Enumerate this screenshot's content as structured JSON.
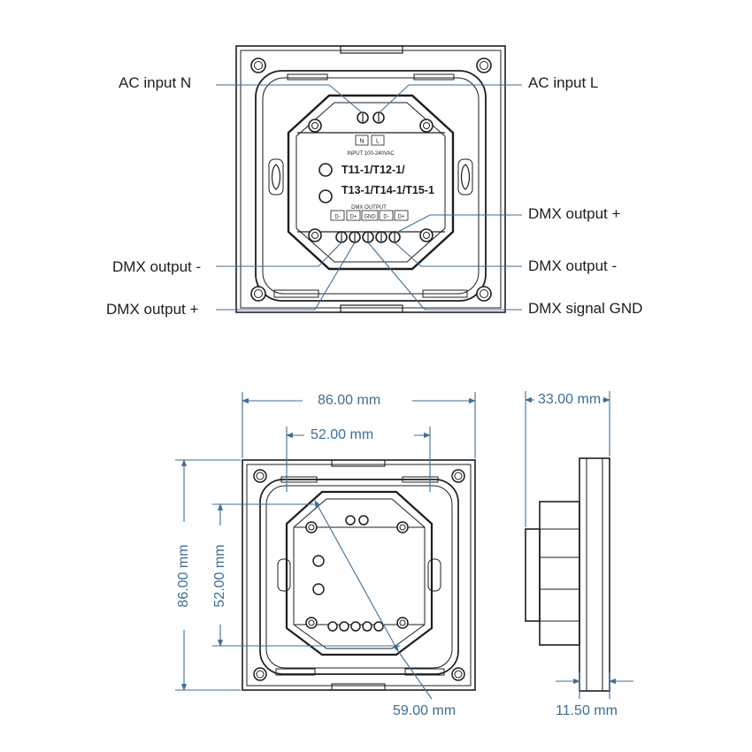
{
  "front_view": {
    "model_label_line1": "T11-1/T12-1/",
    "model_label_line2": "T13-1/T14-1/T15-1",
    "input_terminal_labels": [
      "N",
      "L"
    ],
    "input_rating": "INPUT 100-240VAC",
    "dmx_header": "DMX OUTPUT",
    "dmx_terminal_labels": [
      "D-",
      "D+",
      "GND",
      "D-",
      "D+"
    ]
  },
  "callouts": {
    "ac_input_n": "AC input N",
    "ac_input_l": "AC input  L",
    "dmx_output_plus_right": "DMX output +",
    "dmx_output_minus_left": "DMX output -",
    "dmx_output_minus_right": "DMX output -",
    "dmx_output_plus_left": "DMX output +",
    "dmx_signal_gnd": "DMX signal GND"
  },
  "dimensions": {
    "overall_width": "86.00 mm",
    "inner_width": "52.00 mm",
    "overall_height": "86.00 mm",
    "inner_height": "52.00 mm",
    "diagonal": "59.00 mm",
    "depth": "33.00 mm",
    "plate_thickness": "11.50 mm"
  },
  "colors": {
    "outline": "#1e1e1e",
    "dimension": "#3d6e96",
    "background": "#ffffff"
  }
}
